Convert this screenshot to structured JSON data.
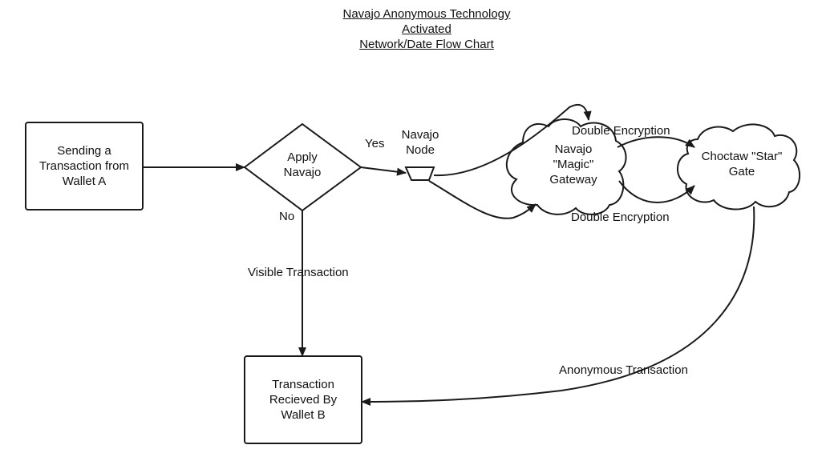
{
  "title": {
    "lines": [
      "Navajo Anonymous Technology",
      "Activated",
      "Network/Date Flow Chart"
    ]
  },
  "nodes": {
    "start": {
      "lines": [
        "Sending a",
        "Transaction from",
        "Wallet A"
      ]
    },
    "decision": {
      "lines": [
        "Apply",
        "Navajo"
      ]
    },
    "navajo_node": {
      "lines": [
        "Navajo",
        "Node"
      ]
    },
    "gateway": {
      "lines": [
        "Navajo",
        "\"Magic\"",
        "Gateway"
      ]
    },
    "star_gate": {
      "lines": [
        "Choctaw \"Star\"",
        "Gate"
      ]
    },
    "end": {
      "lines": [
        "Transaction",
        "Recieved By",
        "Wallet B"
      ]
    }
  },
  "edges": {
    "yes": "Yes",
    "no": "No",
    "visible": "Visible Transaction",
    "double_top": "Double Encryption",
    "double_bottom": "Double Encryption",
    "anonymous": "Anonymous Transaction"
  },
  "colors": {
    "stroke": "#1a1a1a",
    "fill": "#ffffff",
    "text": "#111111"
  }
}
